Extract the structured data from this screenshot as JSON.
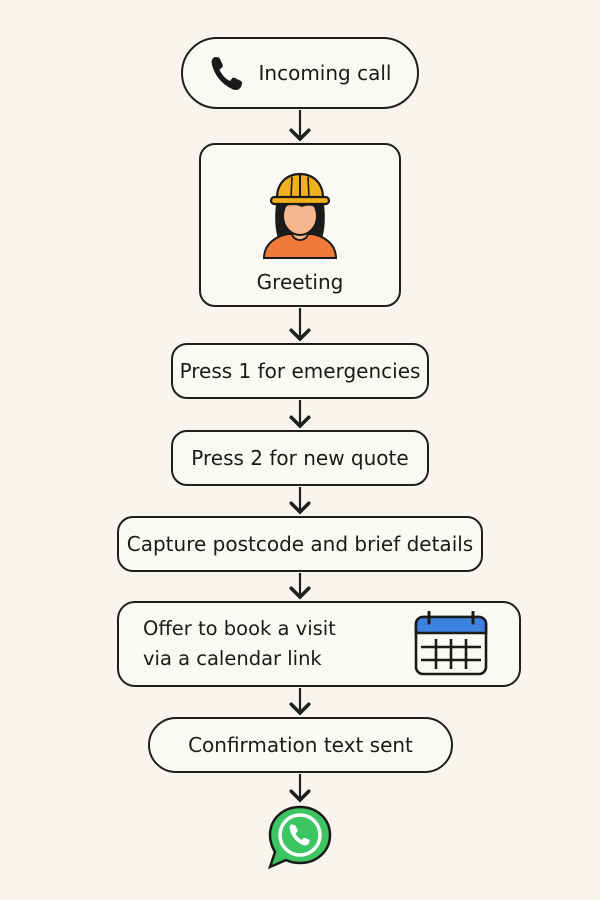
{
  "flow": {
    "incoming_call": "Incoming call",
    "greeting": "Greeting",
    "press1": "Press 1 for emergencies",
    "press2": "Press 2 for new quote",
    "capture": "Capture postcode and brief details",
    "offer_line1": "Offer to book a visit",
    "offer_line2": "via a calendar link",
    "confirmation": "Confirmation text sent"
  },
  "icons": {
    "call": "phone-icon",
    "greeting": "worker-hardhat-icon",
    "offer": "calendar-icon",
    "end": "whatsapp-icon"
  },
  "colors": {
    "background": "#f8f5ee",
    "helmet": "#f2b01e",
    "shirt": "#f07a3a",
    "calendar_header": "#3d82e0",
    "whatsapp": "#3cc561"
  }
}
